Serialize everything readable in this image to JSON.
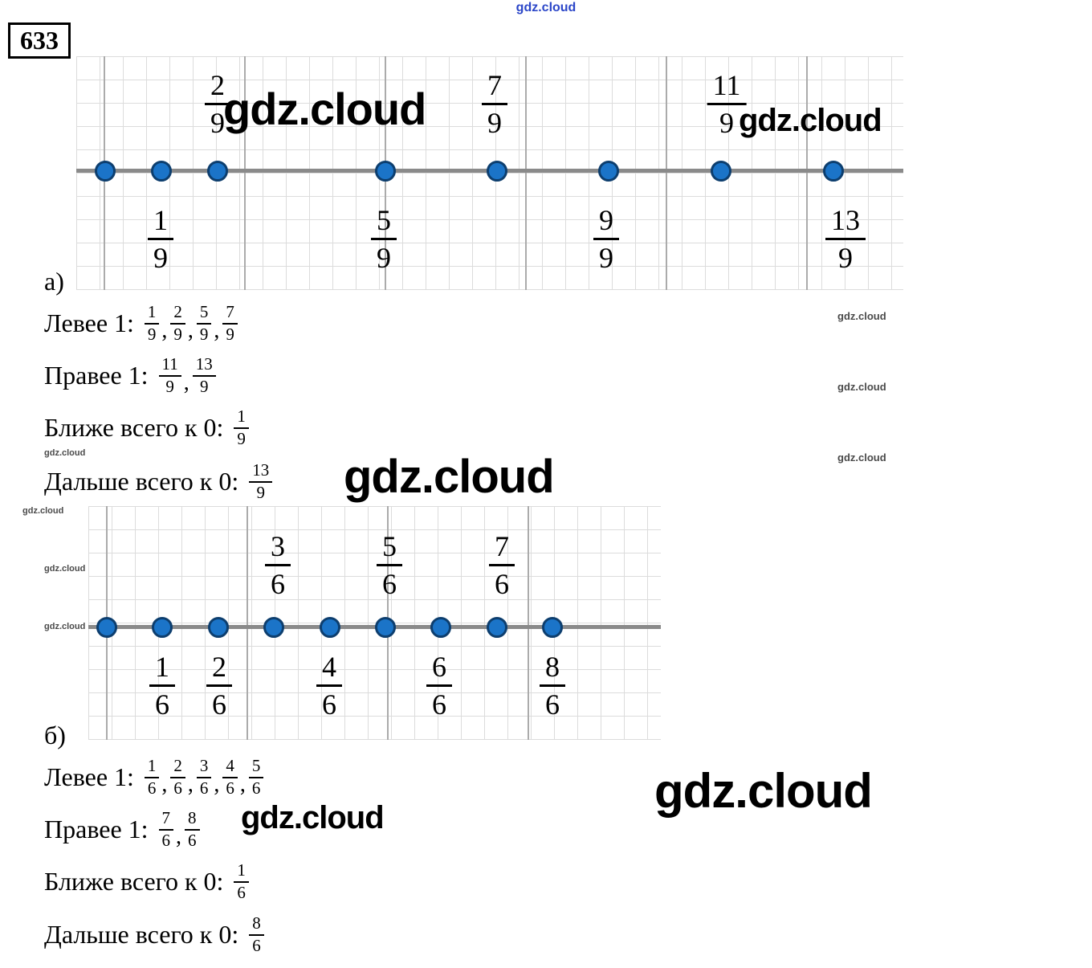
{
  "header": {
    "site_watermark": "gdz.cloud",
    "problem_number": "633"
  },
  "misc": {
    "comma": ","
  },
  "watermark": {
    "text": "gdz.cloud"
  },
  "line_a": {
    "labels_above": [
      {
        "num": "2",
        "den": "9"
      },
      {
        "num": "7",
        "den": "9"
      },
      {
        "num": "11",
        "den": "9"
      }
    ],
    "labels_below": [
      {
        "num": "1",
        "den": "9"
      },
      {
        "num": "5",
        "den": "9"
      },
      {
        "num": "9",
        "den": "9"
      },
      {
        "num": "13",
        "den": "9"
      }
    ]
  },
  "line_b": {
    "labels_above": [
      {
        "num": "3",
        "den": "6"
      },
      {
        "num": "5",
        "den": "6"
      },
      {
        "num": "7",
        "den": "6"
      }
    ],
    "labels_below": [
      {
        "num": "1",
        "den": "6"
      },
      {
        "num": "2",
        "den": "6"
      },
      {
        "num": "4",
        "den": "6"
      },
      {
        "num": "6",
        "den": "6"
      },
      {
        "num": "8",
        "den": "6"
      }
    ]
  },
  "section_a": {
    "label": "а)",
    "rows": [
      {
        "prefix": "Левее 1:",
        "fractions": [
          {
            "num": "1",
            "den": "9"
          },
          {
            "num": "2",
            "den": "9"
          },
          {
            "num": "5",
            "den": "9"
          },
          {
            "num": "7",
            "den": "9"
          }
        ]
      },
      {
        "prefix": "Правее 1:",
        "fractions": [
          {
            "num": "11",
            "den": "9"
          },
          {
            "num": "13",
            "den": "9"
          }
        ]
      },
      {
        "prefix": "Ближе всего к 0:",
        "fractions": [
          {
            "num": "1",
            "den": "9"
          }
        ]
      },
      {
        "prefix": "Дальше всего к 0:",
        "fractions": [
          {
            "num": "13",
            "den": "9"
          }
        ]
      }
    ]
  },
  "section_b": {
    "label": "б)",
    "rows": [
      {
        "prefix": "Левее 1:",
        "fractions": [
          {
            "num": "1",
            "den": "6"
          },
          {
            "num": "2",
            "den": "6"
          },
          {
            "num": "3",
            "den": "6"
          },
          {
            "num": "4",
            "den": "6"
          },
          {
            "num": "5",
            "den": "6"
          }
        ]
      },
      {
        "prefix": "Правее 1:",
        "fractions": [
          {
            "num": "7",
            "den": "6"
          },
          {
            "num": "8",
            "den": "6"
          }
        ]
      },
      {
        "prefix": "Ближе всего к 0:",
        "fractions": [
          {
            "num": "1",
            "den": "6"
          }
        ]
      },
      {
        "prefix": "Дальше всего к 0:",
        "fractions": [
          {
            "num": "8",
            "den": "6"
          }
        ]
      }
    ]
  }
}
